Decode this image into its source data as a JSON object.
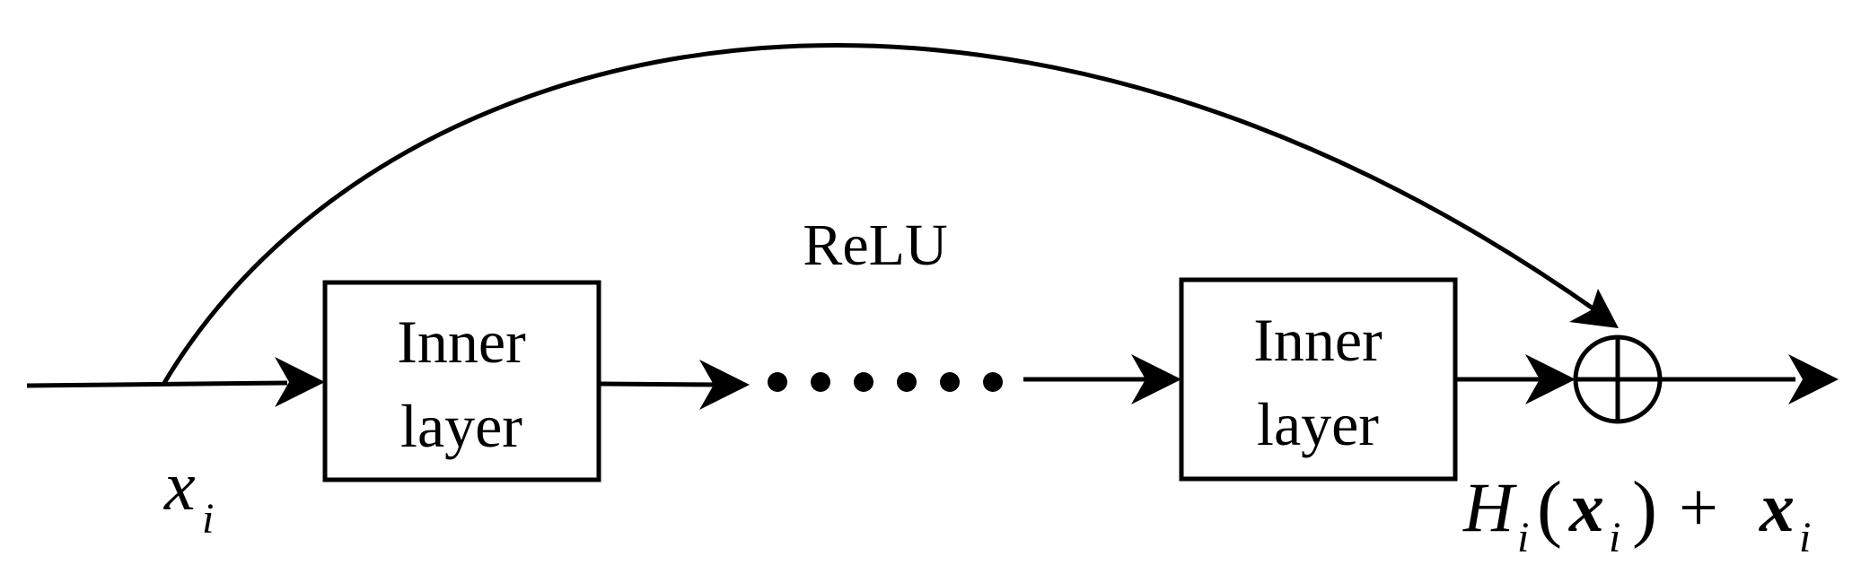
{
  "diagram": {
    "block_1": {
      "line_1": "Inner",
      "line_2": "layer"
    },
    "block_2": {
      "line_1": "Inner",
      "line_2": "layer"
    },
    "activation_label": "ReLU",
    "input_label": {
      "base": "x",
      "subscript": "i"
    },
    "output_label": {
      "function": "H",
      "function_subscript": "i",
      "open_paren": "(",
      "arg": "x",
      "arg_subscript": "i",
      "close_paren": ")",
      "operator": "+",
      "term": "x",
      "term_subscript": "i"
    },
    "sum_node_symbol": "circled-plus"
  }
}
